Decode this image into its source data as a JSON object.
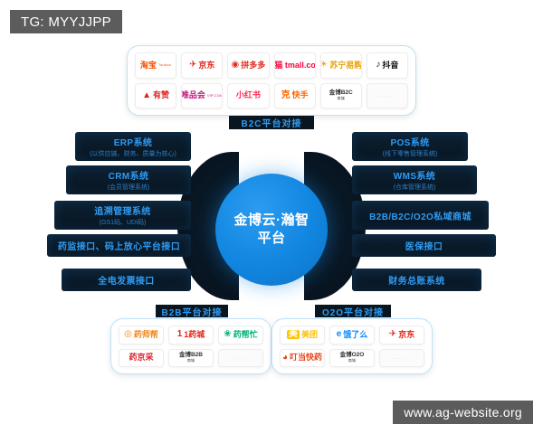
{
  "watermarks": {
    "top_left": "TG: MYYJJPP",
    "bottom_right": "www.ag-website.org"
  },
  "center": {
    "line1": "金博云·瀚智",
    "line2": "平台",
    "color": "#1186e0"
  },
  "section_labels": {
    "b2c": "B2C平台对接",
    "b2b": "B2B平台对接",
    "o2o": "O2O平台对接",
    "color": "#2f9bf3"
  },
  "left_modules": [
    {
      "title": "ERP系统",
      "subtitle": "(以供应链、财务、质量为核心)"
    },
    {
      "title": "CRM系统",
      "subtitle": "(会员管理系统)"
    },
    {
      "title": "追溯管理系统",
      "subtitle": "(GS1码、UDI码)"
    },
    {
      "title": "药监接口、码上放心平台接口",
      "subtitle": ""
    },
    {
      "title": "全电发票接口",
      "subtitle": ""
    }
  ],
  "right_modules": [
    {
      "title": "POS系统",
      "subtitle": "(线下零售管理系统)"
    },
    {
      "title": "WMS系统",
      "subtitle": "(仓库管理系统)"
    },
    {
      "title": "B2B/B2C/O2O私域商城",
      "subtitle": ""
    },
    {
      "title": "医保接口",
      "subtitle": ""
    },
    {
      "title": "财务总账系统",
      "subtitle": ""
    }
  ],
  "b2c_platforms": [
    {
      "name": "淘宝",
      "sub": "Taobao",
      "mark": "",
      "color": "#ff5000",
      "style": "sub"
    },
    {
      "name": "京东",
      "sub": "",
      "mark": "✈",
      "color": "#e2231a",
      "style": "mark"
    },
    {
      "name": "拼多多",
      "sub": "",
      "mark": "◉",
      "color": "#e22e1f",
      "style": "mark"
    },
    {
      "name": "天猫 tmall.com",
      "sub": "",
      "mark": "",
      "color": "#ff0036",
      "style": "plain"
    },
    {
      "name": "苏宁易购",
      "sub": "",
      "mark": "☀",
      "color": "#e8a000",
      "style": "mark"
    },
    {
      "name": "抖音",
      "sub": "",
      "mark": "♪",
      "color": "#111111",
      "style": "mark"
    },
    {
      "name": "有赞",
      "sub": "",
      "mark": "▲",
      "color": "#e02020",
      "style": "mark"
    },
    {
      "name": "唯品会",
      "sub": "VIP.COM",
      "mark": "",
      "color": "#c4187e",
      "style": "sub"
    },
    {
      "name": "小红书",
      "sub": "",
      "mark": "",
      "color": "#fe2c55",
      "style": "plain"
    },
    {
      "name": "快手",
      "sub": "",
      "mark": "克",
      "color": "#ff6600",
      "style": "mark"
    },
    {
      "name": "金博B2C",
      "sub": "商城",
      "mark": "",
      "color": "#333333",
      "style": "stack"
    },
    {
      "name": "",
      "sub": "",
      "mark": "",
      "color": "#d8d8d8",
      "style": "empty"
    }
  ],
  "b2b_platforms": [
    {
      "name": "药师帮",
      "sub": "",
      "mark": "◎",
      "color": "#f08519",
      "style": "mark"
    },
    {
      "name": "1药城",
      "sub": "",
      "mark": "1",
      "color": "#e2231a",
      "style": "mark"
    },
    {
      "name": "药帮忙",
      "sub": "",
      "mark": "❀",
      "color": "#00b377",
      "style": "mark"
    },
    {
      "name": "药京采",
      "sub": "",
      "mark": "",
      "color": "#d8232a",
      "style": "plain"
    },
    {
      "name": "金博B2B",
      "sub": "商城",
      "mark": "",
      "color": "#333333",
      "style": "stack"
    },
    {
      "name": "",
      "sub": "",
      "mark": "",
      "color": "#d8d8d8",
      "style": "empty"
    }
  ],
  "o2o_platforms": [
    {
      "name": "美团",
      "sub": "",
      "mark": "美",
      "color": "#ffc300",
      "style": "badge"
    },
    {
      "name": "饿了么",
      "sub": "",
      "mark": "e",
      "color": "#0a8cff",
      "style": "mark"
    },
    {
      "name": "京东",
      "sub": "",
      "mark": "✈",
      "color": "#e2231a",
      "style": "mark"
    },
    {
      "name": "叮当快药",
      "sub": "",
      "mark": "◕",
      "color": "#e8441a",
      "style": "mark"
    },
    {
      "name": "金博O2O",
      "sub": "商城",
      "mark": "",
      "color": "#333333",
      "style": "stack"
    },
    {
      "name": "",
      "sub": "",
      "mark": "",
      "color": "#d8d8d8",
      "style": "empty"
    }
  ]
}
